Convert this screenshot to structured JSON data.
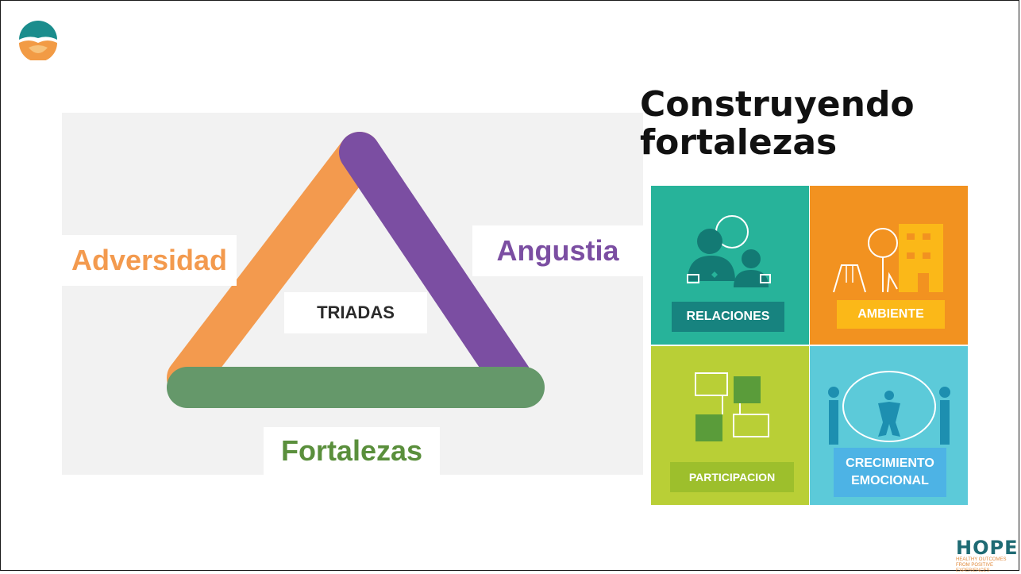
{
  "title": "Construyendo fortalezas",
  "triad": {
    "left_label": "Adversidad",
    "right_label": "Angustia",
    "bottom_label": "Fortalezas",
    "center_label": "TRIADAS"
  },
  "tiles": {
    "relaciones": "RELACIONES",
    "ambiente": "AMBIENTE",
    "participacion": "PARTICIPACION",
    "crecimiento": "CRECIMIENTO EMOCIONAL"
  },
  "logo": {
    "name": "HOPE",
    "tagline": "HEALTHY OUTCOMES FROM POSITIVE EXPERIENCES"
  },
  "colors": {
    "adversidad": "#f39a4e",
    "angustia": "#7b4ea2",
    "fortalezas": "#5a8f3c",
    "relaciones": "#27b39a",
    "ambiente": "#f29220",
    "participacion": "#b9cf36",
    "crecimiento": "#5ccad9"
  }
}
